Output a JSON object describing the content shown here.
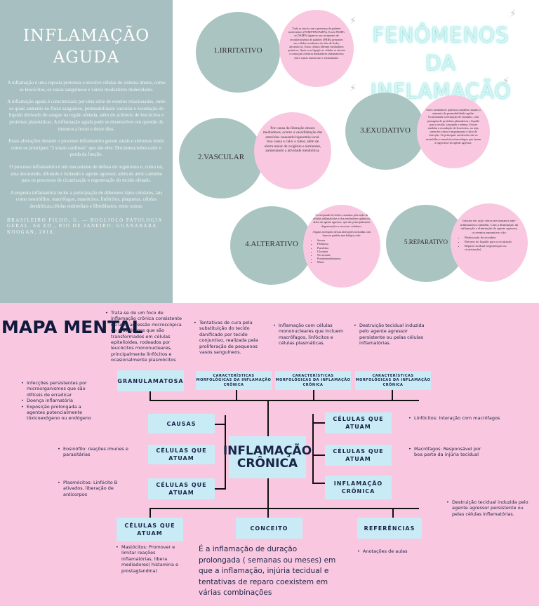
{
  "left": {
    "title": "INFLAMAÇÃO AGUDA",
    "paragraphs": [
      "A inflamação é uma reposta protetora e envolve células do sistema imune, como os leucócitos, os vasos sanguíneos e vários mediadores moleculares.",
      "A inflamação aguda é caracterizada por uma série de eventos relacionados, entre os quais aumento no fluxo sanguíneo, permeabilidade vascular e exsudação de líquido derivado do sangue na região afetada, além do acúmulo de leucócitos e proteínas plasmáticas. A inflamação aguda pode se desenvolver em questão de minutos a horas e durar dias.",
      "Essas alterações durante o processo inflamatório geram sinais e sintomas tendo como os principais \"5 sinais cardinais\" que são eles: Dor,tumor,rubor,calor e perda da função.",
      "O processo inflamatório é um mecanismo de defesa do organismo e, como tal, atua destruindo, diluindo e isolando o agente agressor, além de abrir caminho para os processos de cicatrização e regeneração do tecido afetado.",
      "A resposta inflamatória inclui a participação de diferentes tipos celulares, tais como neutrófilos, macrófagos, mastócitos, linfócitos, plaquetas, células dendríticas,células endoteliais e fibroblastos, entre outras."
    ],
    "reference": "BRASILEIRO FILHO, G. — BOGLIOLO PATOLOGIA GERAL. 6A ED., RIO DE JANEIRO: GUANABARA KOOGAN, 2018."
  },
  "phenomena": {
    "title": "FENÔMENOS DA INFLAMAÇÃO",
    "items": [
      {
        "label": "1.IRRITATIVO",
        "text": "Todo se inicia com a presença de padrões moleculares (PAMP/PADAMPs). Esses PAMPs se DAMPs ligam-se aos receptores de reconhecimento de padrões (PRRs) presentes nas células residentes do sítio de lesão, ativando-as. Essas células liberam mediadores químicos. Após essa ligação as células se ativam e começam a liberar mediadores inflamatórios entre outras numerosas e estimuladas."
      },
      {
        "label": "2.VASCULAR",
        "text": "Por causa da liberação desses mediadores, ocorre a vasodilatação das arteríolas causando hiperemia local. Isso causa o calor e rubor, além de oferta maior de oxigênio e nutrientes, aumentando a atividade metabólica."
      },
      {
        "label": "3.EXUDATIVO",
        "text": "Esses mediadores químicos também causam o aumento da permeabilidade capilar. Ocasionando a formação de exsudato, com passagem de proteínas plasmáticas e líquido para o tecido, causando o edema. Ocorre também a exsudação de leucócitos, ou seja, saem dos vasos e migram para o sítio de infecção. Os principais envolvidos são os neutrófilos e monócitos/macrófagos que fazem a fagocitose do agente agressor."
      },
      {
        "label": "4.ALTERATIVO",
        "text": "Corresponde às lesões causadas pela ação de células inflamatórias e dos mediadores químicos, além do agente agressor, que são principalmente degenerações e necroses celulares.",
        "sub": "Alguns exemplos dessas alterações incluídas com base no padrão morfológico são:",
        "list": [
          "Serosa",
          "Fibrinosa",
          "Purulenta",
          "Ulcerada",
          "Necrosante",
          "Pseudomembranosa",
          "Mista"
        ]
      },
      {
        "label": "5.REPARATIVO",
        "text": "Iniciam em ação vários mecanismos anti-inflamatórios também. Com a diminuição da inflamação e eliminação do agente agressor, os eventos reparativos são:",
        "list": [
          "Reabsorção do exsudato",
          "Retorno do líquido para a circulação",
          "Reparo tecidual (regeneração ou cicatrização)"
        ]
      }
    ]
  },
  "mindmap": {
    "title": "MAPA MENTAL",
    "center": "INFLAMAÇÃO CRÔNICA",
    "boxes": {
      "granulomatosa": "GRANULAMATOSA",
      "morf1": "CARACTERÍSTICAS MORFOLÓGICAS DA INFLAMAÇÃO CRÔNICA",
      "morf2": "CARACTERÍSTICAS MORFOLÓGICAS DA INFLAMAÇÃO CRÔNICA",
      "morf3": "CARACTERÍSTICAS MORFOLÓGICAS DA INFLAMAÇÃO CRÔNICA",
      "causas": "CAUSAS",
      "cel_left1": "CÉLULAS QUE ATUAM",
      "cel_left2": "CÉLULAS QUE ATUAM",
      "cel_right1": "CÉLULAS QUE ATUAM",
      "cel_right2": "CÉLULAS QUE ATUAM",
      "infl_cronica": "INFLAMAÇÃO CRÔNICA",
      "cel_bottom": "CÉLULAS QUE ATUAM",
      "conceito": "CONCEITO",
      "referencias": "REFERÊNCIAS"
    },
    "notes": {
      "granulomatosa": "Trata-se de um foco de inflamação crônica consistente de uma agressão microscópica de macrófagos que são transformados em células epitelioides, rodeados por leucócitos mononucleares, principalmente linfócitos e ocasionalmente plasmócitos",
      "morf1": "Tentativas de cura pela substituição do tecido danificado por tecido conjuntivo, realizada pela proliferação de pequenos vasos sanguíneos.",
      "morf2": "Inflamação com células mononucleares que incluem macrófagos, linfócitos e células plasmáticas.",
      "morf3": "Destruição tecidual induzida pelo agente agressor persistente ou pelas células inflamatórias.",
      "causas": [
        "Infecções persistentes por microorganismos que são difíceis de erradicar",
        "Doença inflamatória",
        "Exposição prolongada a agentes potencialmente tóxicoexógeno ou endógeno"
      ],
      "cel_left1": "Eosinófilo: reações imunes e parasitárias",
      "cel_left2": "Plasmócitos: Linfócito B ativados, liberação de anticorpos",
      "cel_right1": "Linfócitos: Interação com macrófagos",
      "cel_right2": "Macrófagos: Responsável por boa parte da injúria tecidual",
      "infl_cronica": "Destruição tecidual induzida pelo agente agressor persistente ou pelas células inflamatórias.",
      "cel_bottom": "Mastócitos: Promover e limitar reações inflamatórias, libera mediadores( histamina e prostaglandina)",
      "referencias": "Anotações de aulas"
    },
    "concept_text": "É a inflamação de duração prolongada ( semanas ou meses) em que a inflamação, injúria tecidual e tentativas de reparo coexistem em várias combinações"
  }
}
